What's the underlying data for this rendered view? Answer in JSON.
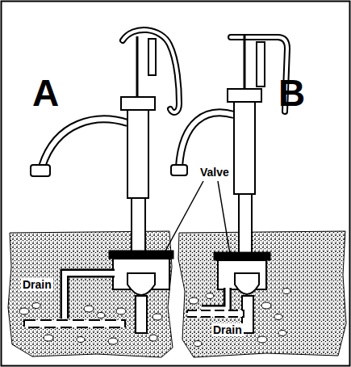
{
  "diagram": {
    "labels": [
      "A",
      "B",
      "Valve",
      "Drain",
      "Drain"
    ]
  }
}
